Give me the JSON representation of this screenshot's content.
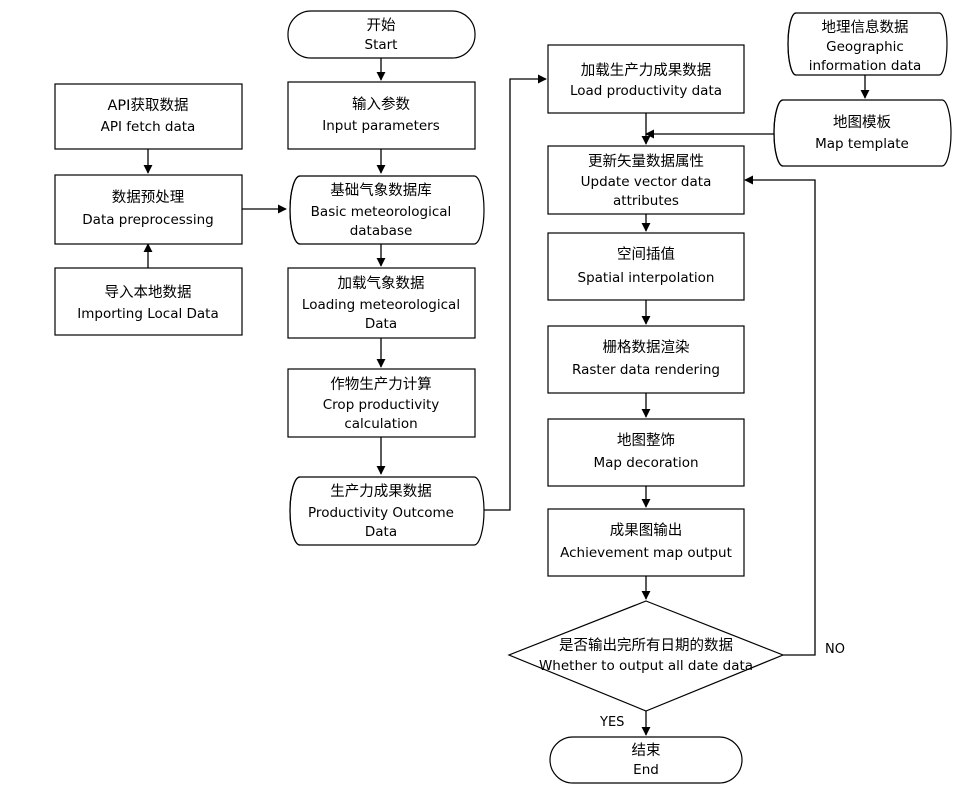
{
  "nodes": {
    "start": {
      "cn": "开始",
      "en": [
        "Start"
      ]
    },
    "input_params": {
      "cn": "输入参数",
      "en": [
        "Input parameters"
      ]
    },
    "basic_db": {
      "cn": "基础气象数据库",
      "en": [
        "Basic meteorological",
        "database"
      ]
    },
    "load_met": {
      "cn": "加载气象数据",
      "en": [
        "Loading meteorological",
        "Data"
      ]
    },
    "crop_calc": {
      "cn": "作物生产力计算",
      "en": [
        "Crop productivity",
        "calculation"
      ]
    },
    "outcome_data": {
      "cn": "生产力成果数据",
      "en": [
        "Productivity Outcome",
        "Data"
      ]
    },
    "api_fetch": {
      "cn": "API获取数据",
      "en": [
        "API fetch data"
      ]
    },
    "preprocess": {
      "cn": "数据预处理",
      "en": [
        "Data preprocessing"
      ]
    },
    "import_local": {
      "cn": "导入本地数据",
      "en": [
        "Importing Local Data"
      ]
    },
    "load_prod": {
      "cn": "加载生产力成果数据",
      "en": [
        "Load productivity data"
      ]
    },
    "geo_info": {
      "cn": "地理信息数据",
      "en": [
        "Geographic",
        "information data"
      ]
    },
    "map_template": {
      "cn": "地图模板",
      "en": [
        "Map template"
      ]
    },
    "update_vector": {
      "cn": "更新矢量数据属性",
      "en": [
        "Update vector data",
        "attributes"
      ]
    },
    "spatial_interp": {
      "cn": "空间插值",
      "en": [
        "Spatial interpolation"
      ]
    },
    "raster_render": {
      "cn": "栅格数据渲染",
      "en": [
        "Raster data rendering"
      ]
    },
    "map_decor": {
      "cn": "地图整饰",
      "en": [
        "Map decoration"
      ]
    },
    "output_map": {
      "cn": "成果图输出",
      "en": [
        "Achievement map output"
      ]
    },
    "decision": {
      "cn": "是否输出完所有日期的数据",
      "en": [
        "Whether to output all date data"
      ]
    },
    "end": {
      "cn": "结束",
      "en": [
        "End"
      ]
    }
  },
  "edge_labels": {
    "yes": "YES",
    "no": "NO"
  }
}
